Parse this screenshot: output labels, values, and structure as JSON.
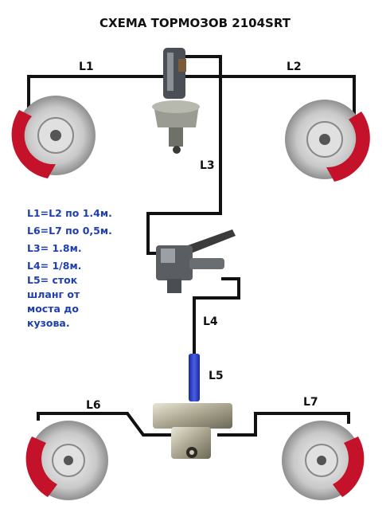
{
  "title": "СХЕМА ТОРМОЗОВ 2104SRT",
  "labels": {
    "L1": "L1",
    "L2": "L2",
    "L3": "L3",
    "L4": "L4",
    "L5": "L5",
    "L6": "L6",
    "L7": "L7"
  },
  "notes": [
    "L1=L2 по 1.4м.",
    "L6=L7 по 0,5м.",
    "L3= 1.8м.",
    "L4= 1/8м.",
    "L5= сток",
    "шланг от",
    "моста до",
    "кузова."
  ],
  "colors": {
    "pipe": "#111111",
    "hose": "#2f3fc8",
    "caliper": "#c4122a",
    "disc": "#cfcfcf",
    "note_text": "#1f3fb0"
  },
  "icons": {
    "master_cylinder": "master-cylinder-icon",
    "pressure_regulator": "pressure-regulator-icon",
    "tee_fitting": "tee-fitting-icon",
    "brake_disc": "brake-disc-icon"
  }
}
